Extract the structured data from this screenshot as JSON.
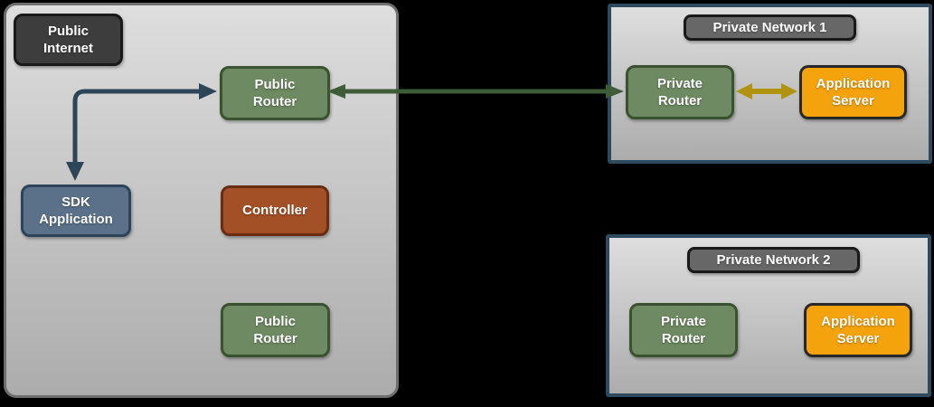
{
  "colors": {
    "canvas_bg": "#000000",
    "zone_fill_top": "#dedede",
    "zone_fill_bottom": "#acacac",
    "zone_border_gray": "#6e6e6e",
    "zone_border_blue": "#2e4a5e",
    "node_green_fill": "#6e8a62",
    "node_green_border": "#3b5230",
    "node_slate_fill": "#5a7189",
    "node_slate_border": "#2e4458",
    "node_rust_fill": "#a35026",
    "node_rust_border": "#692d11",
    "node_orange_fill": "#f4a30d",
    "node_orange_border": "#282828",
    "label_dark_fill": "#3d3d3d",
    "label_gray_fill": "#676767",
    "label_border_dark": "#191919",
    "arrow_blue": "#2e4558",
    "arrow_green": "#3e5c38",
    "arrow_yellow": "#b2930f",
    "text_white": "#ffffff"
  },
  "zones": {
    "public_internet": {
      "label": "Public\nInternet",
      "public_router_top": "Public\nRouter",
      "sdk_application": "SDK\nApplication",
      "controller": "Controller",
      "public_router_bottom": "Public\nRouter"
    },
    "private_network_1": {
      "label": "Private Network 1",
      "private_router": "Private\nRouter",
      "application_server": "Application\nServer"
    },
    "private_network_2": {
      "label": "Private Network 2",
      "private_router": "Private\nRouter",
      "application_server": "Application\nServer"
    }
  },
  "connections": [
    {
      "from": "sdk-application",
      "to": "public-router-top",
      "shape": "elbow",
      "heads": "both",
      "color": "arrow_blue"
    },
    {
      "from": "public-router-top",
      "to": "private-network-1-private-router",
      "shape": "straight",
      "heads": "both",
      "color": "arrow_green"
    },
    {
      "from": "private-network-1-private-router",
      "to": "private-network-1-application-server",
      "shape": "straight",
      "heads": "both",
      "color": "arrow_yellow"
    }
  ]
}
